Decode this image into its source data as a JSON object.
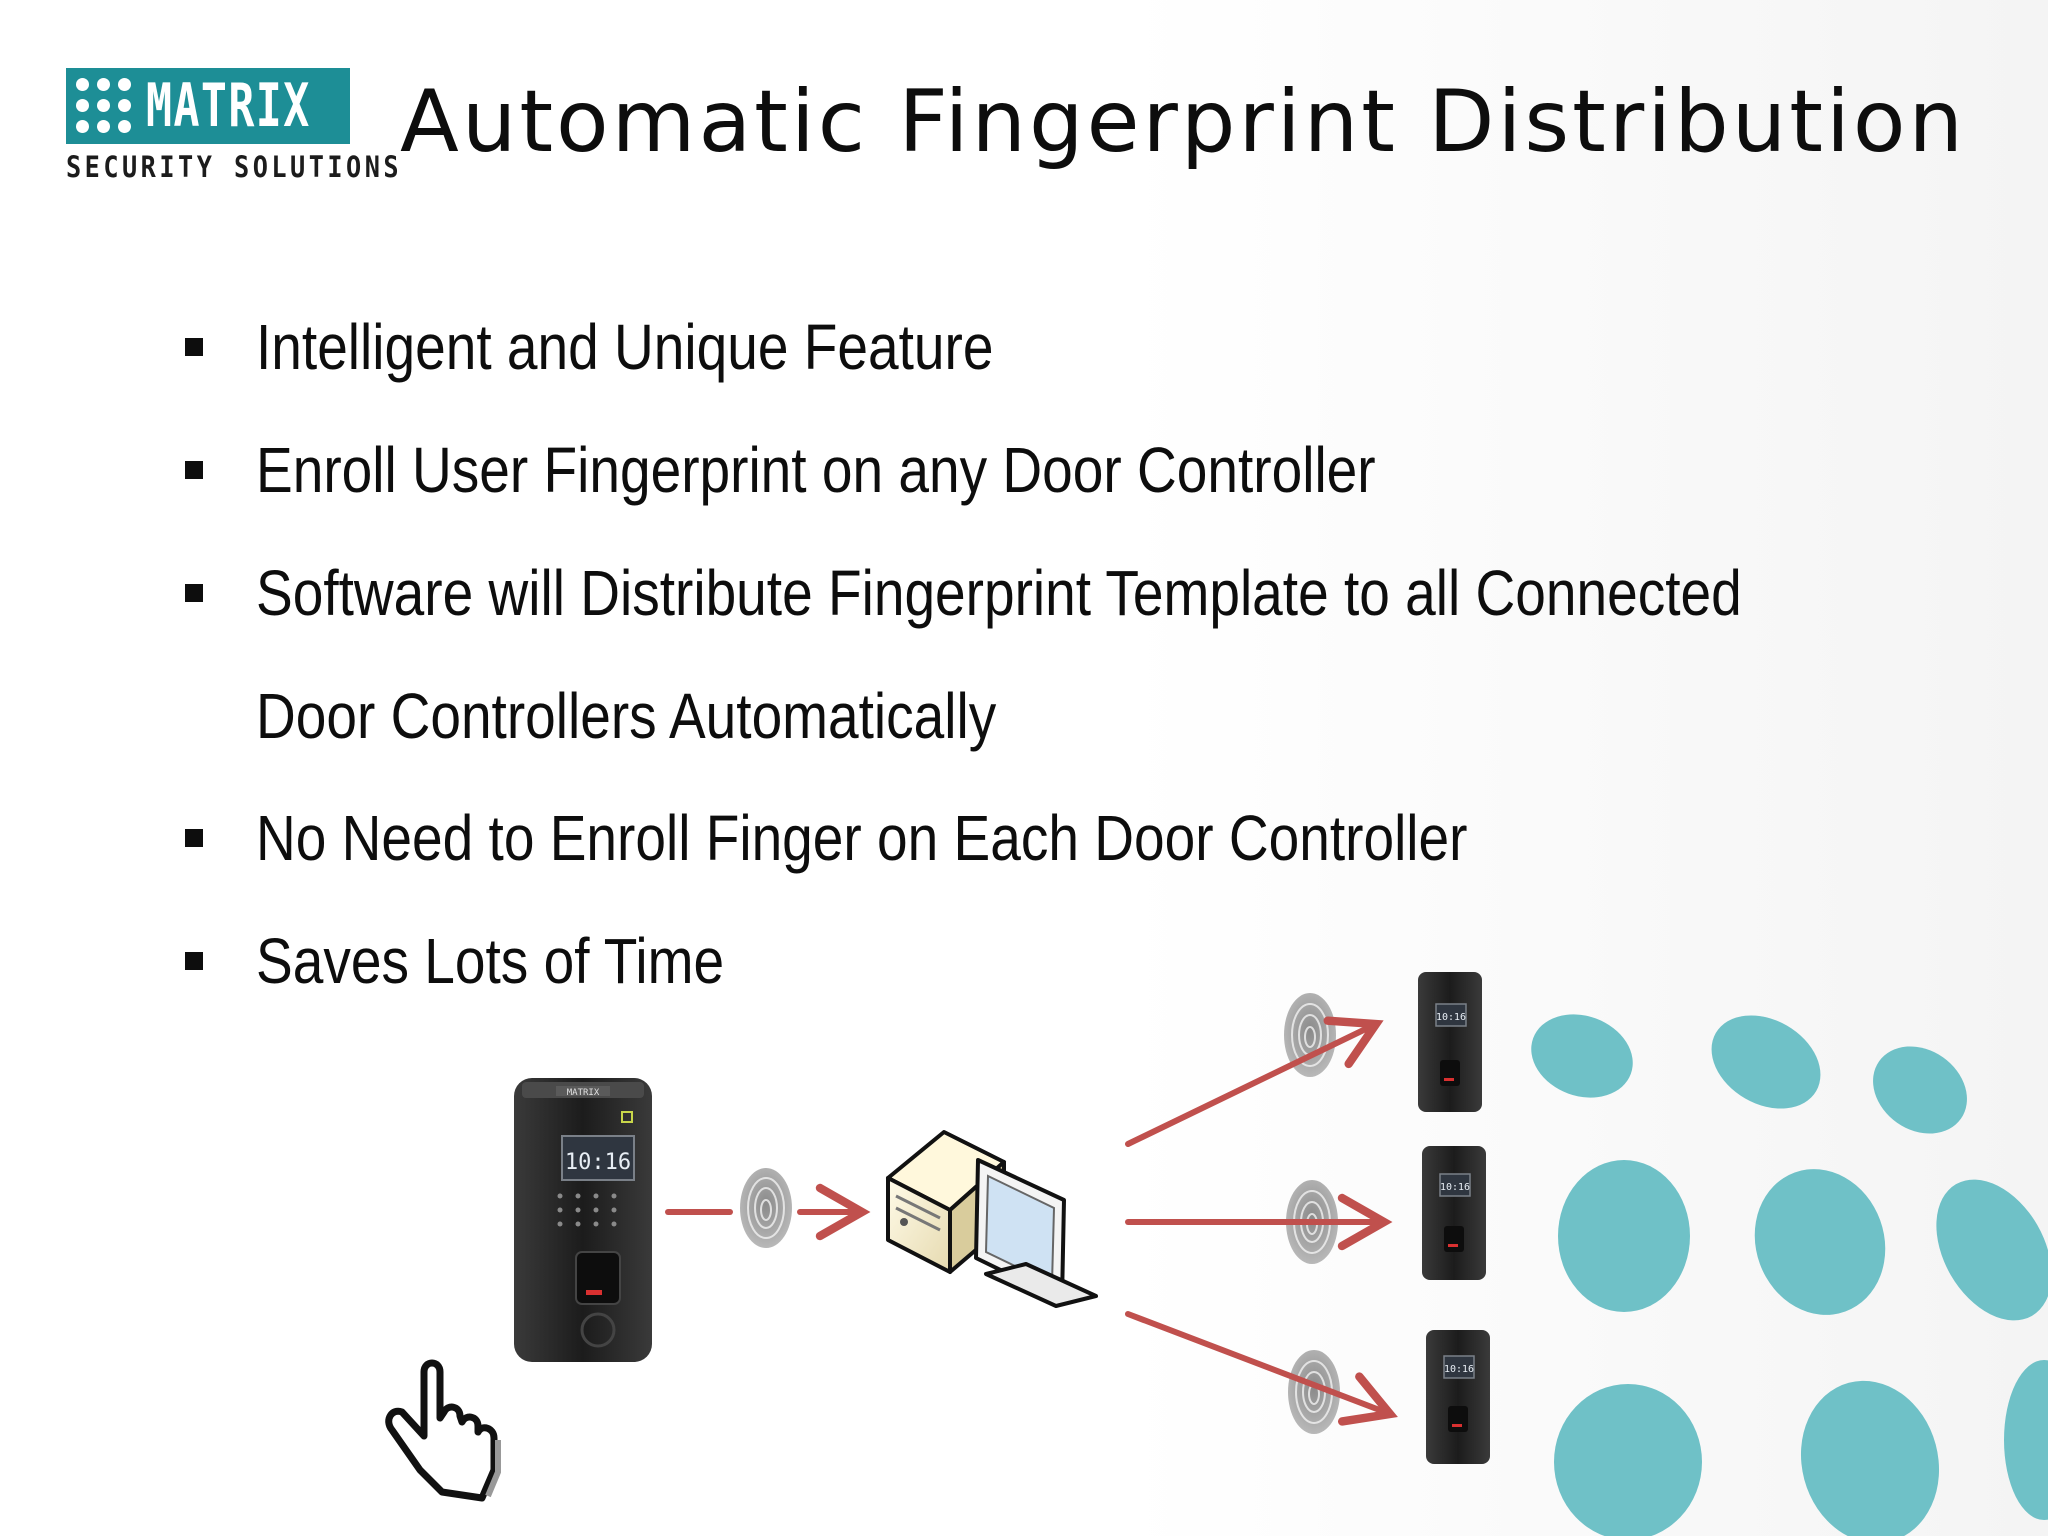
{
  "logo": {
    "brand": "MATRIX",
    "tagline": "SECURITY SOLUTIONS",
    "color": "#1d8e96"
  },
  "slide": {
    "title": "Automatic Fingerprint Distribution",
    "bullets": [
      "Intelligent and Unique Feature",
      "Enroll User Fingerprint on any Door Controller",
      "Software will Distribute Fingerprint Template to all Connected Door Controllers Automatically",
      "No Need to Enroll Finger on Each Door Controller",
      "Saves Lots of Time"
    ]
  },
  "diagram": {
    "device_screen_time": "10:16",
    "device_brand": "MATRIX",
    "arrow_color": "#c0504d",
    "decor_circle_color": "#6fc1c7",
    "icons": {
      "source": "door-controller-icon",
      "server": "computer-icon",
      "pointer": "hand-pointer-icon",
      "fingerprint": "fingerprint-icon"
    }
  }
}
